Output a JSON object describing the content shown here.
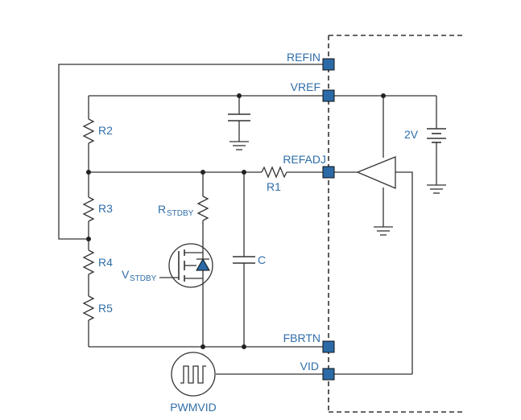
{
  "pins": {
    "refin": "REFIN",
    "vref": "VREF",
    "refadj": "REFADJ",
    "fbrtn": "FBRTN",
    "vid": "VID"
  },
  "components": {
    "r1": "R1",
    "r2": "R2",
    "r3": "R3",
    "r4": "R4",
    "r5": "R5",
    "r_stdby_main": "R",
    "r_stdby_sub": "STDBY",
    "v_stdby_main": "V",
    "v_stdby_sub": "STDBY",
    "capacitor": "C",
    "voltage_source": "2V",
    "pwm_source": "PWMVID"
  },
  "colors": {
    "label": "#2f6ea8",
    "pin": "#2b6aa6",
    "wire": "#333333"
  }
}
